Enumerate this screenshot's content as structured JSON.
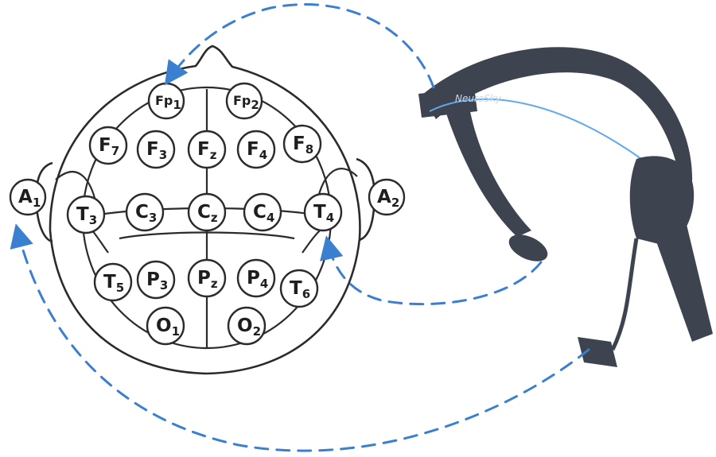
{
  "diagram": {
    "colors": {
      "arrow": "#3b7fd0",
      "outline": "#2b2b2b",
      "headset": "#3e444f"
    },
    "electrodes": [
      {
        "id": "fp1",
        "base": "Fp",
        "sub": "1"
      },
      {
        "id": "fp2",
        "base": "Fp",
        "sub": "2"
      },
      {
        "id": "f7",
        "base": "F",
        "sub": "7"
      },
      {
        "id": "f3",
        "base": "F",
        "sub": "3"
      },
      {
        "id": "fz",
        "base": "F",
        "sub": "z"
      },
      {
        "id": "f4",
        "base": "F",
        "sub": "4"
      },
      {
        "id": "f8",
        "base": "F",
        "sub": "8"
      },
      {
        "id": "a1",
        "base": "A",
        "sub": "1"
      },
      {
        "id": "t3",
        "base": "T",
        "sub": "3"
      },
      {
        "id": "c3",
        "base": "C",
        "sub": "3"
      },
      {
        "id": "cz",
        "base": "C",
        "sub": "z"
      },
      {
        "id": "c4",
        "base": "C",
        "sub": "4"
      },
      {
        "id": "t4",
        "base": "T",
        "sub": "4"
      },
      {
        "id": "a2",
        "base": "A",
        "sub": "2"
      },
      {
        "id": "t5",
        "base": "T",
        "sub": "5"
      },
      {
        "id": "p3",
        "base": "P",
        "sub": "3"
      },
      {
        "id": "pz",
        "base": "P",
        "sub": "z"
      },
      {
        "id": "p4",
        "base": "P",
        "sub": "4"
      },
      {
        "id": "t6",
        "base": "T",
        "sub": "6"
      },
      {
        "id": "o1",
        "base": "O",
        "sub": "1"
      },
      {
        "id": "o2",
        "base": "O",
        "sub": "2"
      }
    ],
    "headset": {
      "brand": "NeuroSky"
    },
    "connections": [
      {
        "from": "headset-forehead-sensor",
        "to": "fp1"
      },
      {
        "from": "headset-ear-rest",
        "to": "t4"
      },
      {
        "from": "headset-ear-clip",
        "to": "a1"
      }
    ]
  }
}
